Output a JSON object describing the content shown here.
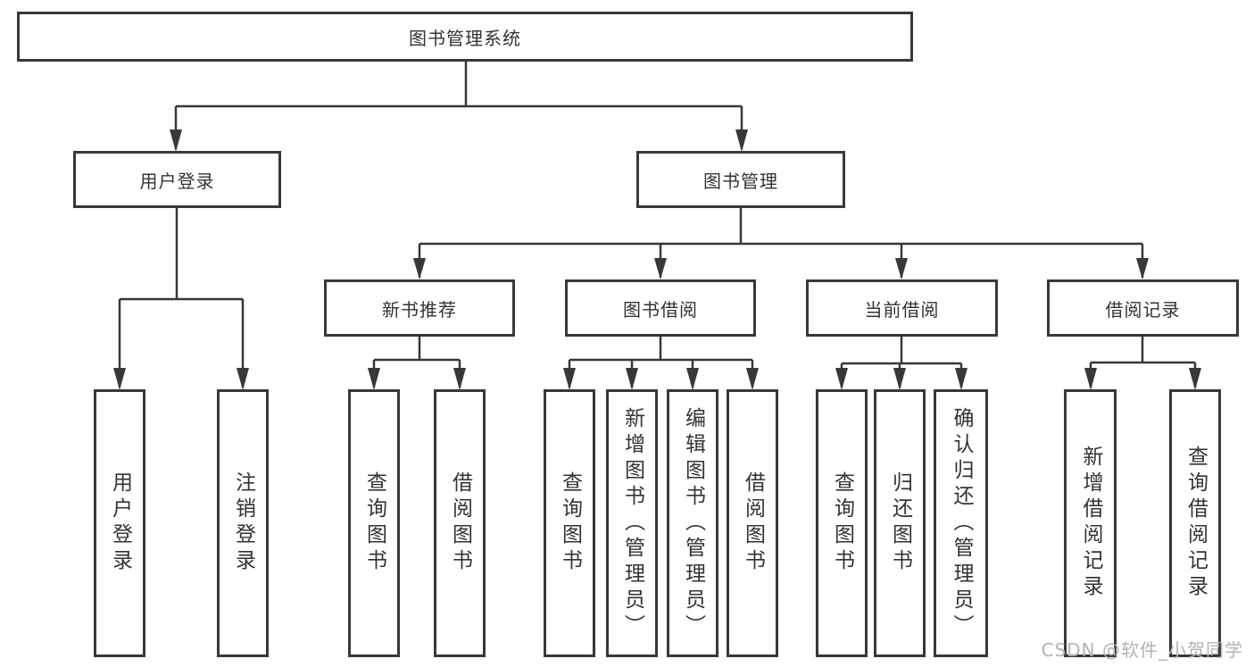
{
  "colors": {
    "line": "#383838",
    "text": "#333333",
    "box_background": "#ffffff",
    "page_background": "#ffffff",
    "watermark": "#b3b3b3"
  },
  "tree": {
    "root": {
      "label": "图书管理系统"
    },
    "level2": [
      {
        "label": "用户登录",
        "children": [
          {
            "label": "用户登录"
          },
          {
            "label": "注销登录"
          }
        ]
      },
      {
        "label": "图书管理"
      }
    ],
    "level3": [
      {
        "label": "新书推荐",
        "children": [
          {
            "label": "查询图书"
          },
          {
            "label": "借阅图书"
          }
        ]
      },
      {
        "label": "图书借阅",
        "children": [
          {
            "label": "查询图书"
          },
          {
            "label": "新增图书（管理员）"
          },
          {
            "label": "编辑图书（管理员）"
          },
          {
            "label": "借阅图书"
          }
        ]
      },
      {
        "label": "当前借阅",
        "children": [
          {
            "label": "查询图书"
          },
          {
            "label": "归还图书"
          },
          {
            "label": "确认归还（管理员）"
          }
        ]
      },
      {
        "label": "借阅记录",
        "children": [
          {
            "label": "新增借阅记录"
          },
          {
            "label": "查询借阅记录"
          }
        ]
      }
    ]
  },
  "watermark": {
    "text": "CSDN @软件_小贺同学"
  }
}
